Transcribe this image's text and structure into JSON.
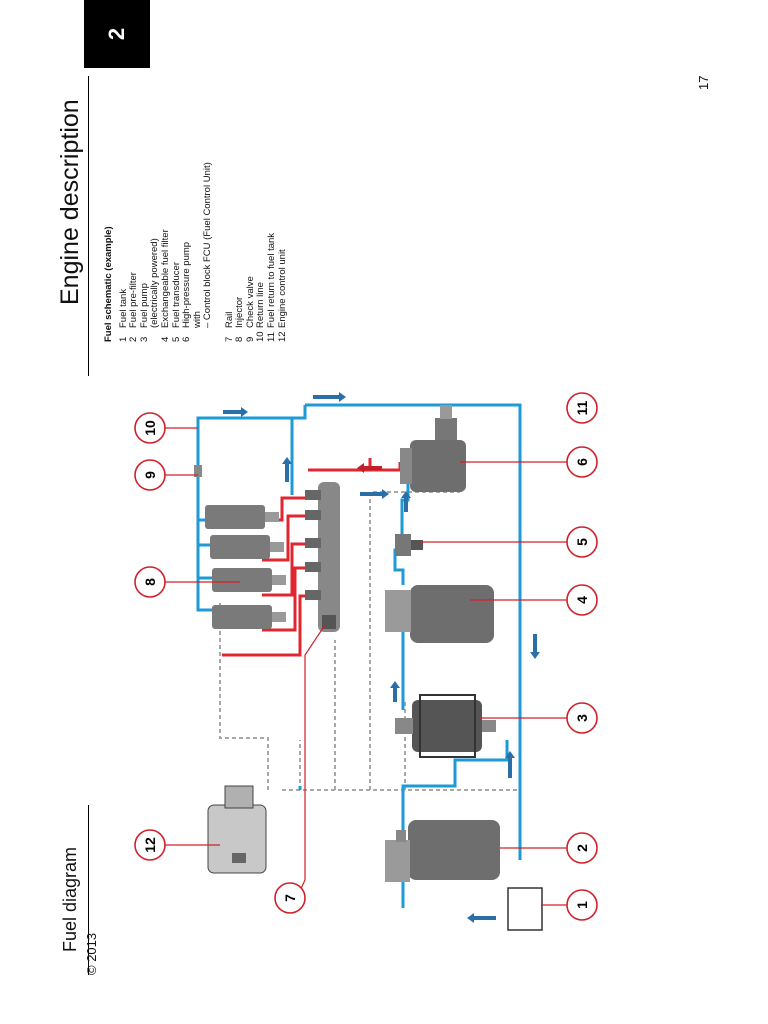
{
  "header": {
    "chapter_number": "2",
    "section_title": "Engine description",
    "page_title": "Fuel diagram"
  },
  "footer": {
    "copyright": "© 2013",
    "page_number": "17"
  },
  "legend": {
    "heading": "Fuel schematic (example)",
    "items": [
      {
        "num": "1",
        "text": "Fuel tank"
      },
      {
        "num": "2",
        "text": "Fuel pre-filter"
      },
      {
        "num": "3",
        "text": "Fuel pump"
      },
      {
        "num": "",
        "text": "(electrically powered)"
      },
      {
        "num": "4",
        "text": "Exchangeable fuel filter"
      },
      {
        "num": "5",
        "text": "Fuel transducer"
      },
      {
        "num": "6",
        "text": "High-pressure pump"
      },
      {
        "num": "",
        "text": "with"
      },
      {
        "num": "",
        "text": "–   Control block FCU (Fuel Control Unit)"
      },
      {
        "num": "7",
        "text": "Rail"
      },
      {
        "num": "8",
        "text": "Injector"
      },
      {
        "num": "9",
        "text": "Check valve"
      },
      {
        "num": "10",
        "text": "Return line"
      },
      {
        "num": "11",
        "text": "Fuel return to fuel tank"
      },
      {
        "num": "12",
        "text": "Engine control unit"
      }
    ]
  },
  "callouts": [
    "1",
    "2",
    "3",
    "4",
    "5",
    "6",
    "7",
    "8",
    "9",
    "10",
    "11",
    "12"
  ],
  "colors": {
    "fuel_line": "#1e9ad6",
    "high_pressure": "#e0262f",
    "control_wire": "#a8a8a8",
    "flow_arrow": "#2a6fa8",
    "component": "#6e6e6e",
    "callout_stroke": "#d0202a"
  }
}
